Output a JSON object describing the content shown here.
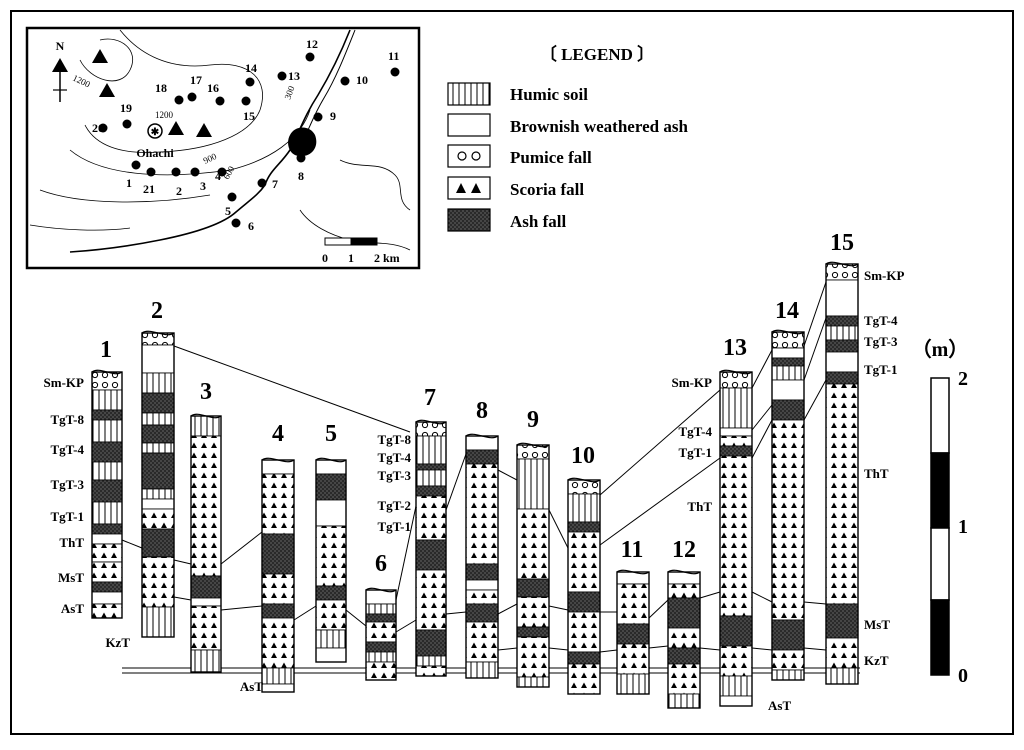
{
  "legend": {
    "title": "〔 LEGEND 〕",
    "items": [
      {
        "key": "humic",
        "label": "Humic soil"
      },
      {
        "key": "brown",
        "label": "Brownish weathered ash"
      },
      {
        "key": "pumice",
        "label": "Pumice fall"
      },
      {
        "key": "scoria",
        "label": "Scoria fall"
      },
      {
        "key": "ash",
        "label": "Ash fall"
      }
    ]
  },
  "map": {
    "north": "N",
    "place": "Ohachi",
    "scale_labels": [
      "0",
      "1",
      "2 km"
    ],
    "contours": [
      "1200",
      "1200",
      "900",
      "600",
      "300"
    ],
    "sites": [
      "1",
      "2",
      "3",
      "4",
      "5",
      "6",
      "7",
      "8",
      "9",
      "10",
      "11",
      "12",
      "13",
      "14",
      "15",
      "16",
      "17",
      "18",
      "19",
      "20",
      "21"
    ]
  },
  "scale": {
    "unit": "（m）",
    "ticks": [
      "2",
      "1",
      "0"
    ]
  },
  "columns": [
    {
      "id": "1",
      "labels_left": [
        "Sm-KP",
        "TgT-8",
        "TgT-4",
        "TgT-3",
        "TgT-1",
        "ThT",
        "MsT",
        "AsT"
      ]
    },
    {
      "id": "2",
      "labels_left": [
        "KzT"
      ]
    },
    {
      "id": "3",
      "labels_left": []
    },
    {
      "id": "4",
      "labels_left": []
    },
    {
      "id": "5",
      "labels_left": [
        "AsT"
      ]
    },
    {
      "id": "6",
      "labels_left": []
    },
    {
      "id": "7",
      "labels_left": [
        "TgT-8",
        "TgT-4",
        "TgT-3",
        "TgT-2",
        "TgT-1"
      ]
    },
    {
      "id": "8",
      "labels_left": []
    },
    {
      "id": "9",
      "labels_left": []
    },
    {
      "id": "10",
      "labels_left": []
    },
    {
      "id": "11",
      "labels_left": []
    },
    {
      "id": "12",
      "labels_left": []
    },
    {
      "id": "13",
      "labels_left": [
        "Sm-KP",
        "TgT-4",
        "TgT-1",
        "ThT"
      ],
      "labels_bottom": [
        "AsT"
      ]
    },
    {
      "id": "14",
      "labels_left": []
    },
    {
      "id": "15",
      "labels_right": [
        "Sm-KP",
        "TgT-4",
        "TgT-3",
        "TgT-1",
        "ThT",
        "MsT",
        "KzT"
      ]
    }
  ]
}
